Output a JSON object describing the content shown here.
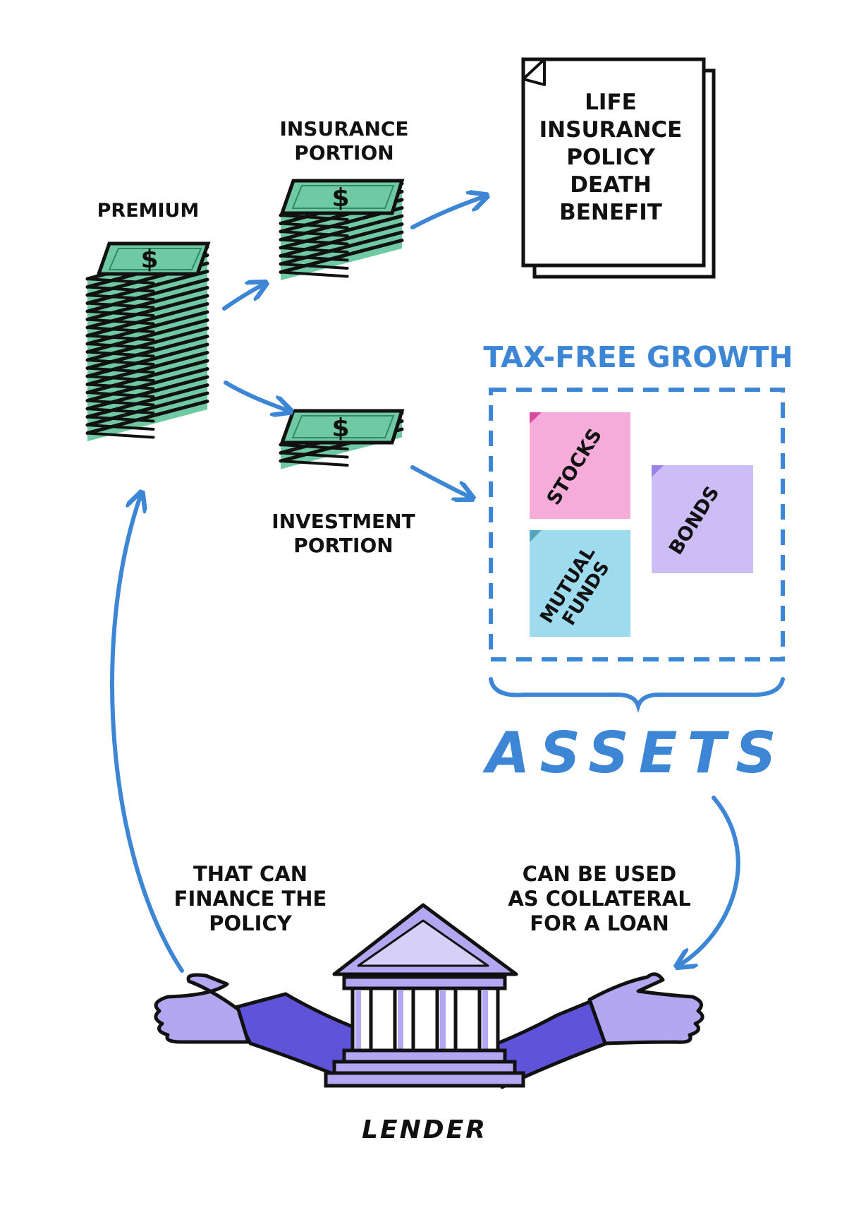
{
  "labels": {
    "premium": "PREMIUM",
    "insurance_portion": [
      "INSURANCE",
      "PORTION"
    ],
    "investment_portion": [
      "INVESTMENT",
      "PORTION"
    ],
    "policy_doc": [
      "LIFE",
      "INSURANCE",
      "POLICY",
      "DEATH",
      "BENEFIT"
    ],
    "tax_free_growth": "TAX-FREE GROWTH",
    "assets": "ASSETS",
    "collateral": [
      "CAN BE USED",
      "AS COLLATERAL",
      "FOR A LOAN"
    ],
    "finance": [
      "THAT CAN",
      "FINANCE THE",
      "POLICY"
    ],
    "lender": "LENDER",
    "dollar_sign": "$"
  },
  "asset_notes": {
    "stocks": "STOCKS",
    "bonds": "BONDS",
    "mutual_funds": [
      "MUTUAL",
      "FUNDS"
    ]
  },
  "colors": {
    "money_green": "#6fcaa4",
    "money_dark_green": "#2f8a68",
    "arrow_blue": "#3d86d6",
    "stocks_pink": "#f6acd9",
    "bonds_purple": "#cdbdf7",
    "mutual_funds_blue": "#9fdbef",
    "bank_lavender": "#b3a7f2",
    "sleeve_indigo": "#5f54d9",
    "ink": "#111111"
  }
}
